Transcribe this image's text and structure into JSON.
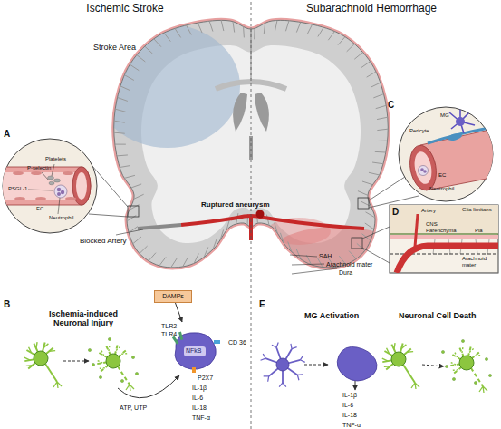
{
  "diagram": {
    "nodes": [
      {
        "text": [
          "DAMPs"
        ]
      },
      {
        "text": [
          "TLR2",
          "TLR4",
          "NFkB"
        ]
      }
    ],
    "edges": [
      {
        "from": 0,
        "to": 1,
        "arrow": "to"
      }
    ],
    "labels": [
      "Ischemic Stroke",
      "Subarachnoid Hemorrhage",
      "Stroke Area",
      "Blocked Artery",
      "Ruptured aneurysm",
      "SAH",
      "Arachnoid mater",
      "Dura",
      "A",
      "Platelets",
      "P-selectin",
      "PSGL-1",
      "EC",
      "Neutrophil",
      "C",
      "MG",
      "Pericyte",
      "EC",
      "Neutrophil",
      "D",
      "Artery",
      "Glia limitans",
      "CNS Parenchyma",
      "Pia",
      "Arachnoid mater",
      "B",
      "Ischemia-induced Neuronal Injury",
      "CD 36",
      "P2X7",
      "ATP, UTP",
      "IL-1β",
      "IL-6",
      "IL-18",
      "TNF-α",
      "E",
      "MG Activation",
      "Neuronal Cell Death",
      "IL-1β",
      "IL-6",
      "IL-18",
      "TNF-α"
    ]
  }
}
